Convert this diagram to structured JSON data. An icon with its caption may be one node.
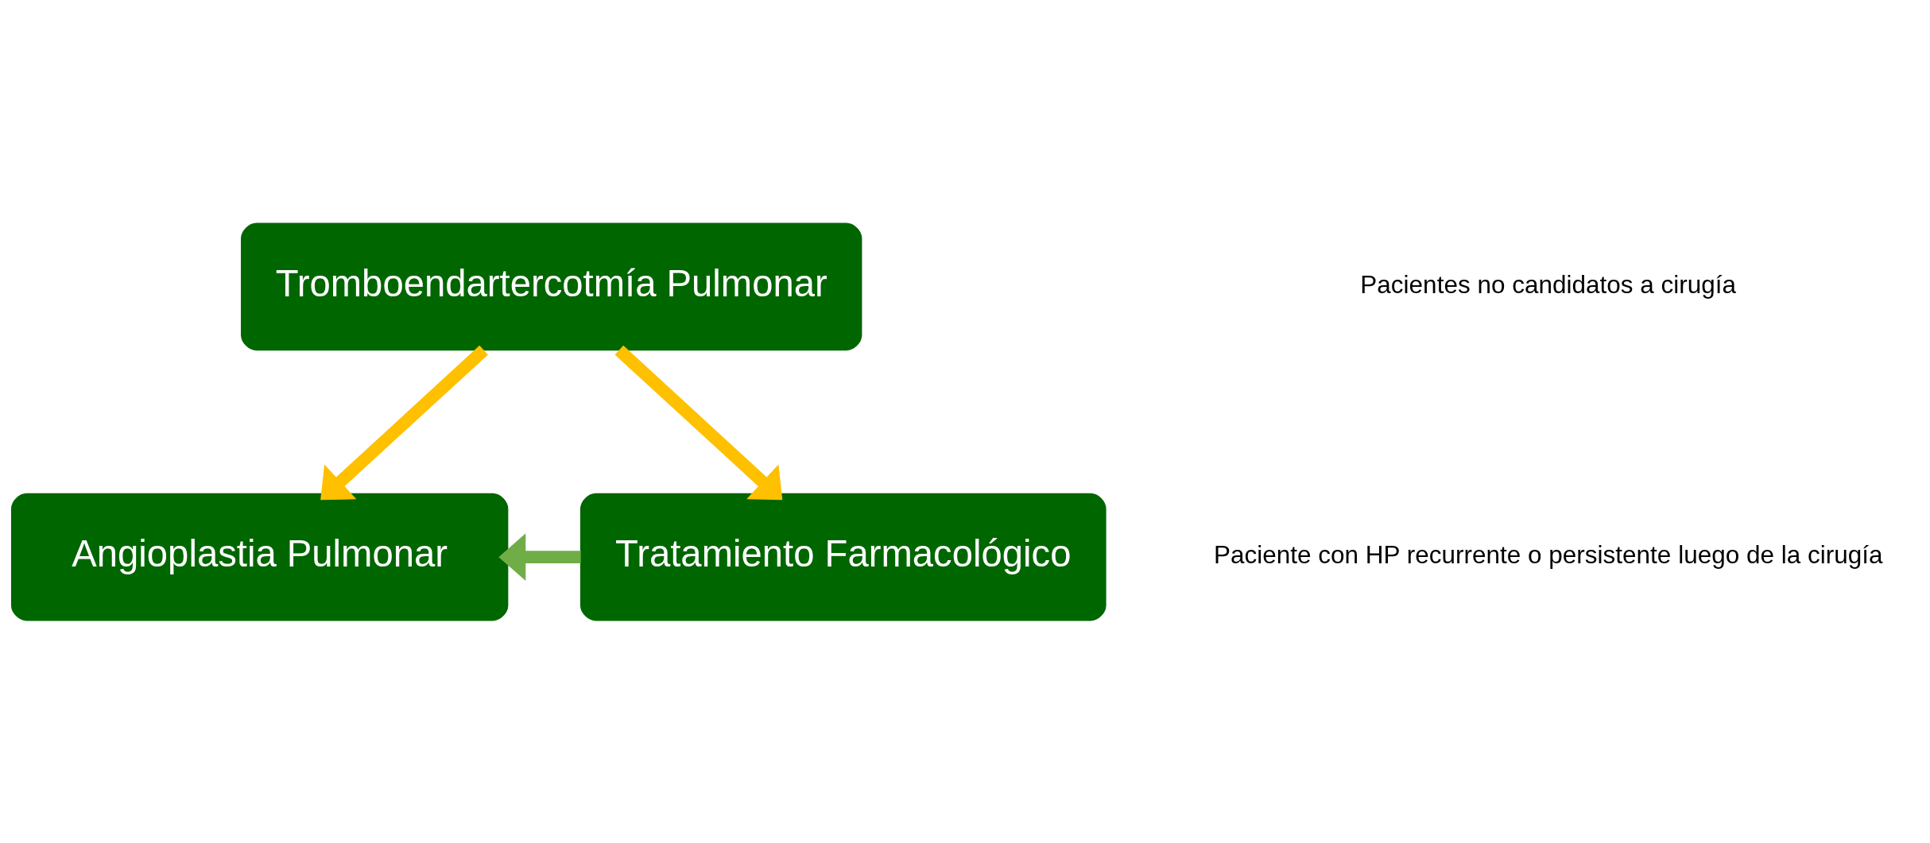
{
  "diagram": {
    "nodes": [
      {
        "text": [
          "Tromboendartercotmía Pulmonar"
        ]
      },
      {
        "text": [
          "Angioplastia Pulmonar"
        ]
      },
      {
        "text": [
          "Tratamiento Farmacológico"
        ]
      }
    ],
    "edges": [
      {
        "from": 0,
        "to": 1,
        "arrow": "to"
      },
      {
        "from": 0,
        "to": 2,
        "arrow": "to"
      },
      {
        "from": 2,
        "to": 1,
        "arrow": "to",
        "color": "#70ad47"
      }
    ],
    "labels": [
      "Pacientes no candidatos a cirugía",
      "Paciente con HP recurrente o persistente luego de la cirugía"
    ]
  }
}
